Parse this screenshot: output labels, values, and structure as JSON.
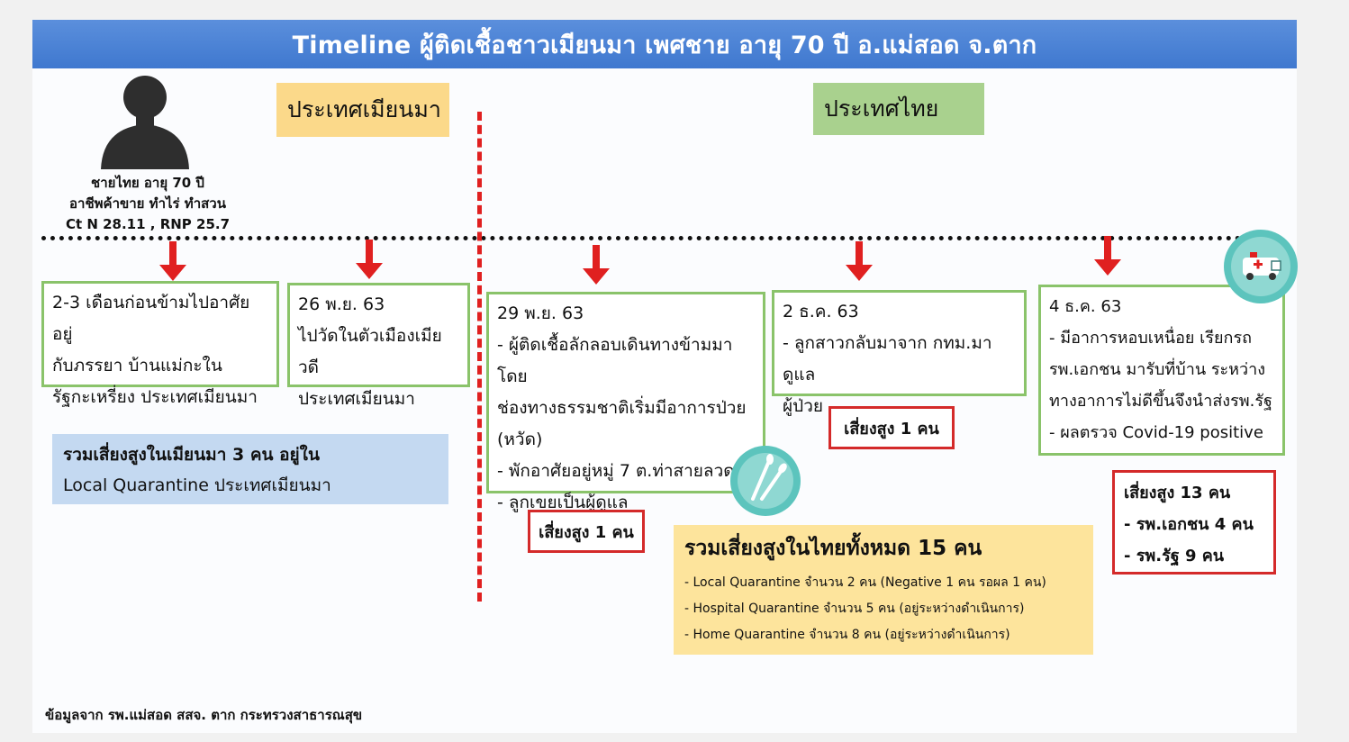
{
  "title": "Timeline ผู้ติดเชื้อชาวเมียนมา เพศชาย อายุ 70 ปี อ.แม่สอด จ.ตาก",
  "countries": {
    "myanmar": "ประเทศเมียนมา",
    "thailand": "ประเทศไทย"
  },
  "patient": {
    "line1": "ชายไทย อายุ 70  ปี",
    "line2": "อาชีพค้าขาย ทำไร่ ทำสวน",
    "line3": "Ct N 28.11 , RNP 25.7"
  },
  "events": [
    {
      "lines": [
        "2-3 เดือนก่อนข้ามไปอาศัยอยู่",
        "กับภรรยา บ้านแม่กะใน",
        "รัฐกะเหรี่ยง  ประเทศเมียนมา"
      ]
    },
    {
      "lines": [
        "26 พ.ย. 63",
        "ไปวัดในตัวเมืองเมียวดี",
        "ประเทศเมียนมา"
      ]
    },
    {
      "lines": [
        "29 พ.ย. 63",
        "- ผู้ติดเชื้อลักลอบเดินทางข้ามมาโดย",
        "ช่องทางธรรมชาติเริ่มมีอาการป่วย",
        "(หวัด)",
        "- พักอาศัยอยู่หมู่ 7 ต.ท่าสายลวด",
        "- ลูกเขยเป็นผู้ดูแล"
      ]
    },
    {
      "lines": [
        "2 ธ.ค. 63",
        "- ลูกสาวกลับมาจาก กทม.มาดูแล",
        "ผู้ป่วย"
      ]
    },
    {
      "lines": [
        "4 ธ.ค. 63",
        "- มีอาการหอบเหนื่อย เรียกรถ",
        "รพ.เอกชน มารับที่บ้าน ระหว่าง",
        "ทางอาการไม่ดีขึ้นจึงนำส่งรพ.รัฐ",
        "- ผลตรวจ Covid-19 positive"
      ]
    }
  ],
  "risk": {
    "e3": "เสี่ยงสูง 1 คน",
    "e4": "เสี่ยงสูง 1 คน",
    "e5": [
      "เสี่ยงสูง 13 คน",
      "- รพ.เอกชน 4 คน",
      "- รพ.รัฐ 9 คน"
    ]
  },
  "myanmar_summary": [
    "รวมเสี่ยงสูงในเมียนมา 3 คน อยู่ใน",
    "Local Quarantine  ประเทศเมียนมา"
  ],
  "thai_summary": {
    "title": "รวมเสี่ยงสูงในไทยทั้งหมด 15 คน",
    "lines": [
      "- Local Quarantine จำนวน 2 คน (Negative 1 คน รอผล 1 คน)",
      "- Hospital Quarantine จำนวน 5 คน (อยู่ระหว่างดำเนินการ)",
      "- Home Quarantine จำนวน 8 คน (อยู่ระหว่างดำเนินการ)"
    ]
  },
  "footer": "ข้อมูลจาก รพ.แม่สอด สสจ. ตาก กระทรวงสาธารณสุข",
  "colors": {
    "title_bar": "#4a82d4",
    "myanmar_label": "#fbd98a",
    "thailand_label": "#a9d18e",
    "event_border": "#8ac36a",
    "risk_border": "#d42a2a",
    "arrow": "#e02020",
    "myanmar_summary_bg": "#c4d9f1",
    "thai_summary_bg": "#fde49c",
    "icon_teal": "#5cc4bd"
  }
}
